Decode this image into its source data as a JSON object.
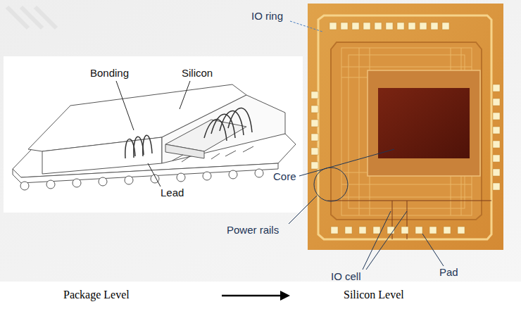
{
  "diagram": {
    "labels": [
      "IO ring",
      "Bonding",
      "Silicon",
      "Lead",
      "Core",
      "Power rails",
      "IO cell",
      "Pad",
      "Package Level",
      "Silicon Level"
    ]
  }
}
